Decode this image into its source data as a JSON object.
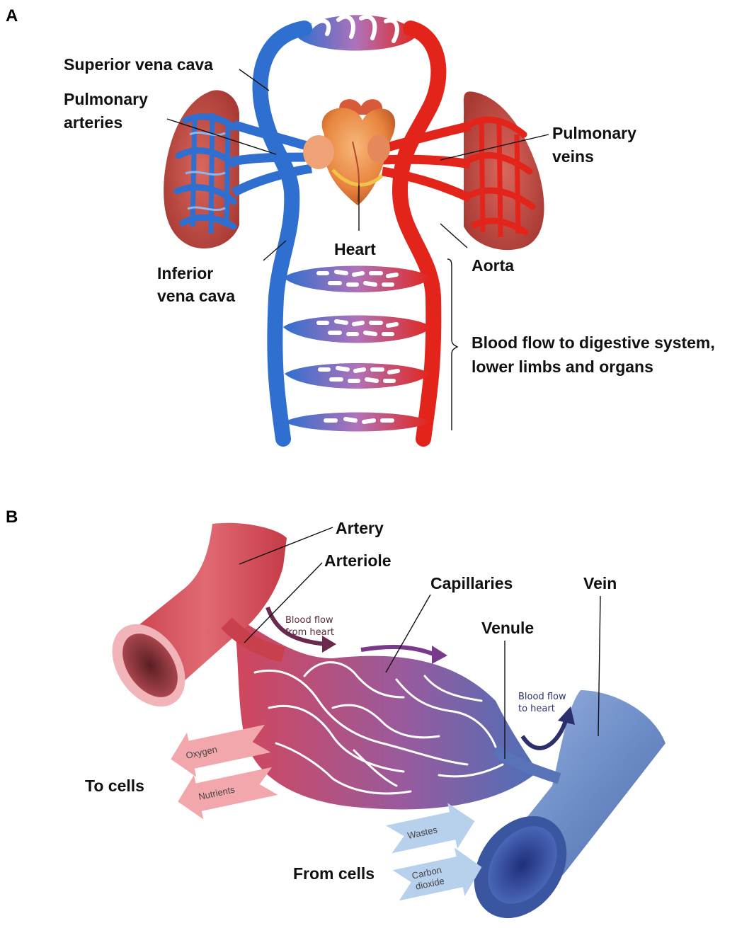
{
  "panel_a": {
    "letter": "A",
    "labels": {
      "superior_vena_cava": "Superior vena cava",
      "pulmonary_arteries_line1": "Pulmonary",
      "pulmonary_arteries_line2": "arteries",
      "pulmonary_veins_line1": "Pulmonary",
      "pulmonary_veins_line2": "veins",
      "heart": "Heart",
      "aorta": "Aorta",
      "inferior_vena_cava_line1": "Inferior",
      "inferior_vena_cava_line2": "vena cava",
      "blood_flow_line1": "Blood flow to digestive system,",
      "blood_flow_line2": "lower limbs and organs"
    }
  },
  "panel_b": {
    "letter": "B",
    "labels": {
      "artery": "Artery",
      "arteriole": "Arteriole",
      "capillaries": "Capillaries",
      "vein": "Vein",
      "venule": "Venule",
      "to_cells": "To cells",
      "from_cells": "From cells",
      "flow_from_heart_line1": "Blood flow",
      "flow_from_heart_line2": "from heart",
      "flow_to_heart_line1": "Blood flow",
      "flow_to_heart_line2": "to heart",
      "oxygen": "Oxygen",
      "nutrients": "Nutrients",
      "wastes": "Wastes",
      "carbon_line1": "Carbon",
      "carbon_line2": "dioxide"
    }
  },
  "colors": {
    "artery_red": "#e3241b",
    "vein_blue": "#2f6fd0",
    "lung": "#c0473f",
    "heart": "#e8853f",
    "b_artery": "#d9525a",
    "b_vein": "#6f8fc9",
    "out_arrow": "#f2a7ad",
    "in_arrow": "#b7d0ec"
  }
}
